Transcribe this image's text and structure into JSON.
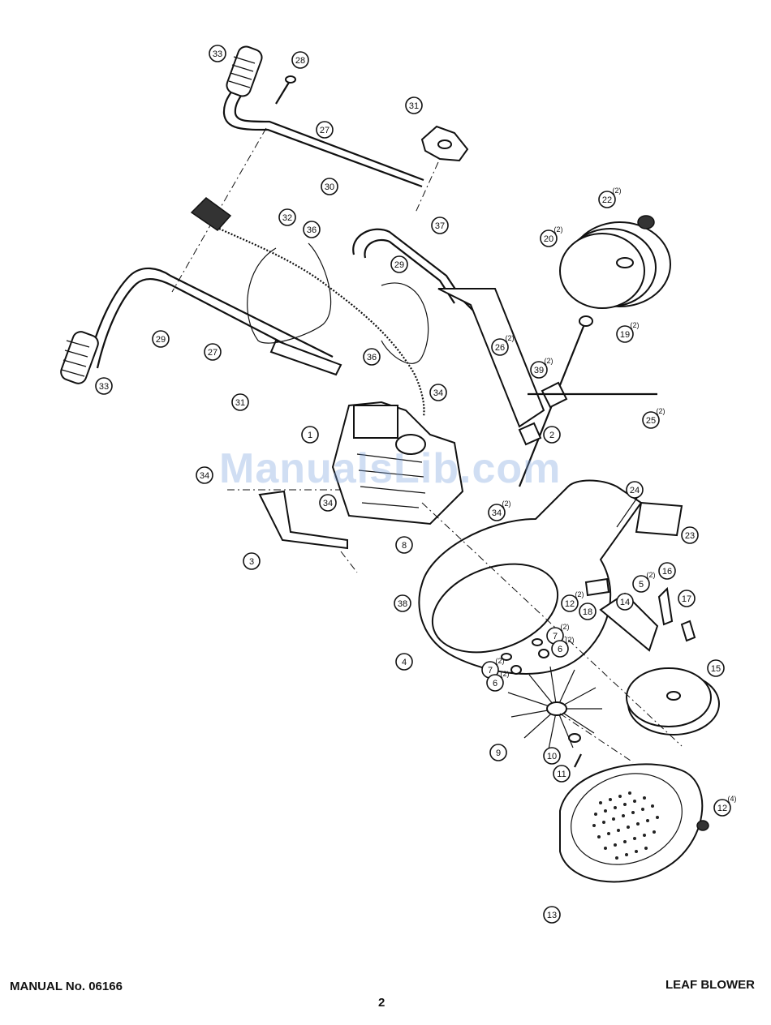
{
  "footer": {
    "manual_no": "MANUAL No. 06166",
    "title": "LEAF BLOWER",
    "page": "2"
  },
  "watermark": "ManualsLib.com",
  "callouts": [
    {
      "id": "c33a",
      "num": "33",
      "qty": ""
    },
    {
      "id": "c28",
      "num": "28",
      "qty": ""
    },
    {
      "id": "c27a",
      "num": "27",
      "qty": ""
    },
    {
      "id": "c31a",
      "num": "31",
      "qty": ""
    },
    {
      "id": "c30",
      "num": "30",
      "qty": ""
    },
    {
      "id": "c32",
      "num": "32",
      "qty": ""
    },
    {
      "id": "c36a",
      "num": "36",
      "qty": ""
    },
    {
      "id": "c37",
      "num": "37",
      "qty": ""
    },
    {
      "id": "c29a",
      "num": "29",
      "qty": ""
    },
    {
      "id": "c29b",
      "num": "29",
      "qty": ""
    },
    {
      "id": "c27b",
      "num": "27",
      "qty": ""
    },
    {
      "id": "c33b",
      "num": "33",
      "qty": ""
    },
    {
      "id": "c36b",
      "num": "36",
      "qty": ""
    },
    {
      "id": "c26",
      "num": "26",
      "qty": "(2)"
    },
    {
      "id": "c22",
      "num": "22",
      "qty": "(2)"
    },
    {
      "id": "c20",
      "num": "20",
      "qty": "(2)"
    },
    {
      "id": "c19",
      "num": "19",
      "qty": "(2)"
    },
    {
      "id": "c39",
      "num": "39",
      "qty": "(2)"
    },
    {
      "id": "c25",
      "num": "25",
      "qty": "(2)"
    },
    {
      "id": "c31b",
      "num": "31",
      "qty": ""
    },
    {
      "id": "c34a",
      "num": "34",
      "qty": ""
    },
    {
      "id": "c1",
      "num": "1",
      "qty": ""
    },
    {
      "id": "c2",
      "num": "2",
      "qty": ""
    },
    {
      "id": "c34b",
      "num": "34",
      "qty": ""
    },
    {
      "id": "c34c",
      "num": "34",
      "qty": ""
    },
    {
      "id": "c34d",
      "num": "34",
      "qty": "(2)"
    },
    {
      "id": "c3",
      "num": "3",
      "qty": ""
    },
    {
      "id": "c8",
      "num": "8",
      "qty": ""
    },
    {
      "id": "c24",
      "num": "24",
      "qty": ""
    },
    {
      "id": "c23",
      "num": "23",
      "qty": ""
    },
    {
      "id": "c38",
      "num": "38",
      "qty": ""
    },
    {
      "id": "c12a",
      "num": "12",
      "qty": "(2)"
    },
    {
      "id": "c18",
      "num": "18",
      "qty": ""
    },
    {
      "id": "c14",
      "num": "14",
      "qty": ""
    },
    {
      "id": "c5",
      "num": "5",
      "qty": "(2)"
    },
    {
      "id": "c16",
      "num": "16",
      "qty": ""
    },
    {
      "id": "c17",
      "num": "17",
      "qty": ""
    },
    {
      "id": "c4",
      "num": "4",
      "qty": ""
    },
    {
      "id": "c7a",
      "num": "7",
      "qty": "(2)"
    },
    {
      "id": "c6a",
      "num": "6",
      "qty": "(2)"
    },
    {
      "id": "c7b",
      "num": "7",
      "qty": "(2)"
    },
    {
      "id": "c6b",
      "num": "6",
      "qty": "(2)"
    },
    {
      "id": "c15",
      "num": "15",
      "qty": ""
    },
    {
      "id": "c9",
      "num": "9",
      "qty": ""
    },
    {
      "id": "c10",
      "num": "10",
      "qty": ""
    },
    {
      "id": "c11",
      "num": "11",
      "qty": ""
    },
    {
      "id": "c12b",
      "num": "12",
      "qty": "(4)"
    },
    {
      "id": "c13",
      "num": "13",
      "qty": ""
    }
  ]
}
